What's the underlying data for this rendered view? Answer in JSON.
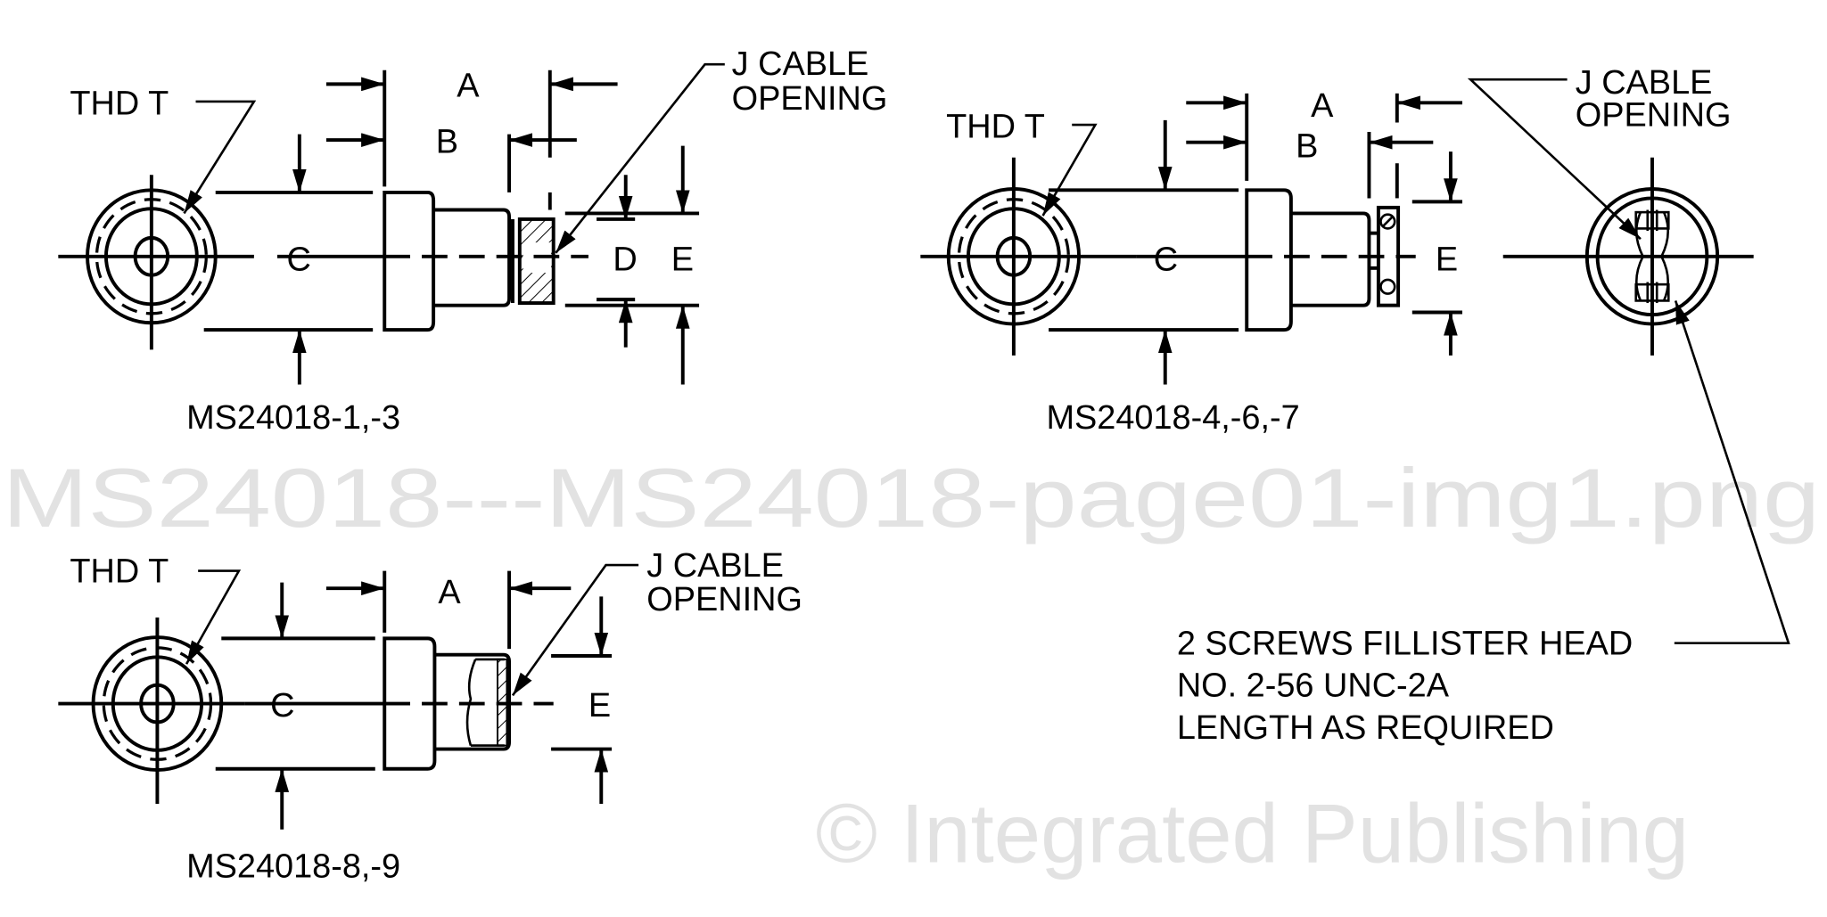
{
  "watermark": {
    "line1": "© Integrated Publishing",
    "line2": "MS24018---MS24018-page01-img1.png"
  },
  "views": [
    {
      "thread_label": "THD  T",
      "dims": {
        "a": "A",
        "b": "B",
        "c": "C",
        "d": "D",
        "e": "E"
      },
      "cable_label": [
        "J CABLE",
        "OPENING"
      ],
      "part_number": "MS24018-1,-3"
    },
    {
      "thread_label": "THD  T",
      "dims": {
        "a": "A",
        "b": "B",
        "c": "C",
        "e": "E"
      },
      "cable_label": [
        "J CABLE",
        "OPENING"
      ],
      "part_number": "MS24018-4,-6,-7",
      "screw_note": [
        "2 SCREWS FILLISTER HEAD",
        "NO. 2-56 UNC-2A",
        "LENGTH AS REQUIRED"
      ]
    },
    {
      "thread_label": "THD  T",
      "dims": {
        "a": "A",
        "c": "C",
        "e": "E"
      },
      "cable_label": [
        "J CABLE",
        "OPENING"
      ],
      "part_number": "MS24018-8,-9"
    }
  ]
}
